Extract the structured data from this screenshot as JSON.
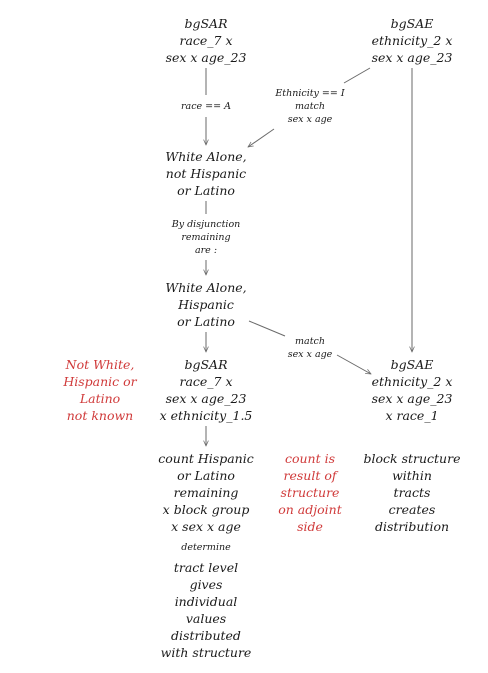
{
  "nodes": {
    "bgsar_top": [
      "bgSAR",
      "race_7 x",
      "sex x age_23"
    ],
    "bgsae_top": [
      "bgSAE",
      "ethnicity_2 x",
      "sex x age_23"
    ],
    "white_not_hispanic": [
      "White Alone,",
      "not Hispanic",
      "or Latino"
    ],
    "white_hispanic": [
      "White Alone,",
      "Hispanic",
      "or Latino"
    ],
    "not_white": [
      "Not White,",
      "Hispanic or",
      "Latino",
      "not known"
    ],
    "bgsar_mid": [
      "bgSAR",
      "race_7 x",
      "sex x age_23",
      "x ethnicity_1.5"
    ],
    "bgsae_mid": [
      "bgSAE",
      "ethnicity_2 x",
      "sex x age_23",
      "x race_1"
    ],
    "count_hispanic": [
      "count Hispanic",
      "or Latino",
      "remaining",
      "x block group",
      "x sex x age"
    ],
    "count_result": [
      "count is",
      "result of",
      "structure",
      "on adjoint",
      "side"
    ],
    "block_structure": [
      "block structure",
      "within",
      "tracts",
      "creates",
      "distribution"
    ],
    "tract_level": [
      "tract level",
      "gives",
      "individual",
      "values",
      "distributed",
      "with structure"
    ]
  },
  "labels": {
    "race_eq_a": [
      "race == A"
    ],
    "ethnicity_match": [
      "Ethnicity == I",
      "match",
      "sex x age"
    ],
    "by_disjunction": [
      "By disjunction",
      "remaining",
      "are :"
    ],
    "match_sex_age": [
      "match",
      "sex x age"
    ],
    "determine": [
      "determine"
    ]
  },
  "colors": {
    "text": "#1a1a1a",
    "accent_red": "#d03a3a",
    "edge": "#6a6a6a"
  }
}
